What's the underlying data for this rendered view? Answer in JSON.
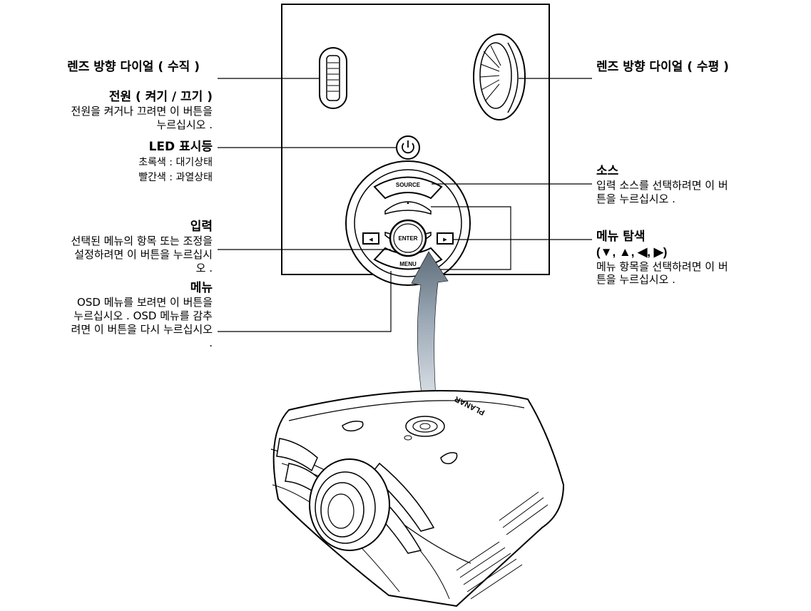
{
  "labels": {
    "lens_vertical": {
      "title": "렌즈 방향 다이얼 ( 수직 )"
    },
    "power": {
      "title": "전원 ( 켜기 / 끄기 )",
      "desc_line1": "전원을 켜거나 끄려면 이 버튼을",
      "desc_line2": "누르십시오 ."
    },
    "led": {
      "title": "LED 표시등",
      "line1": "초록색 : 대기상태",
      "line2": "빨간색 : 과열상태"
    },
    "enter": {
      "title": "입력",
      "desc_line1": "선택된 메뉴의 항목 또는 조정을",
      "desc_line2": "설정하려면 이 버튼을 누르십시",
      "desc_line3": "오 ."
    },
    "menu": {
      "title": "메뉴",
      "desc_line1": "OSD 메뉴를 보려면 이 버튼을",
      "desc_line2": "누르십시오 . OSD 메뉴를 감추",
      "desc_line3": "려면 이 버튼을 다시 누르십시오",
      "desc_line4": "."
    },
    "lens_horizontal": {
      "title": "렌즈 방향 다이얼 ( 수평 )"
    },
    "source": {
      "title": "소스",
      "desc_line1": "입력 소스를 선택하려면 이 버",
      "desc_line2": "튼을 누르십시오 ."
    },
    "nav": {
      "title": "메뉴 탐색",
      "arrows": "(▼, ▲, ◀, ▶)",
      "desc_line1": "메뉴 항목을 선택하려면 이 버",
      "desc_line2": "튼을 누르십시오 ."
    }
  },
  "panel_buttons": {
    "source": "SOURCE",
    "enter": "ENTER",
    "menu": "MENU"
  },
  "brand": "PLANAR"
}
